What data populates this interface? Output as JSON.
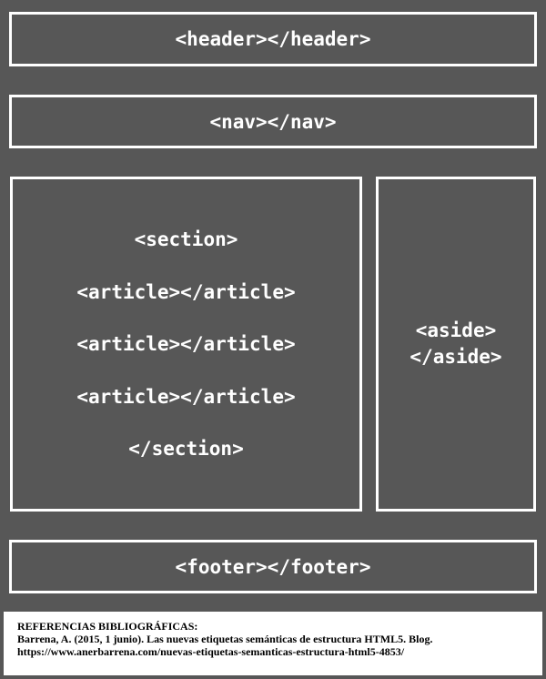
{
  "diagram": {
    "header": "<header></header>",
    "nav": "<nav></nav>",
    "section": {
      "open": "<section>",
      "articles": [
        "<article></article>",
        "<article></article>",
        "<article></article>"
      ],
      "close": "</section>"
    },
    "aside": {
      "open": "<aside>",
      "close": "</aside>"
    },
    "footer": "<footer></footer>"
  },
  "references": {
    "heading": "REFERENCIAS BIBLIOGRÁFICAS:",
    "citation": "Barrena, A. (2015, 1 junio). Las nuevas etiquetas semánticas de estructura HTML5. Blog.",
    "url": "https://www.anerbarrena.com/nuevas-etiquetas-semanticas-estructura-html5-4853/"
  },
  "colors": {
    "background": "#575757",
    "border": "#ffffff",
    "text": "#ffffff",
    "reference_background": "#ffffff",
    "reference_text": "#000000"
  }
}
